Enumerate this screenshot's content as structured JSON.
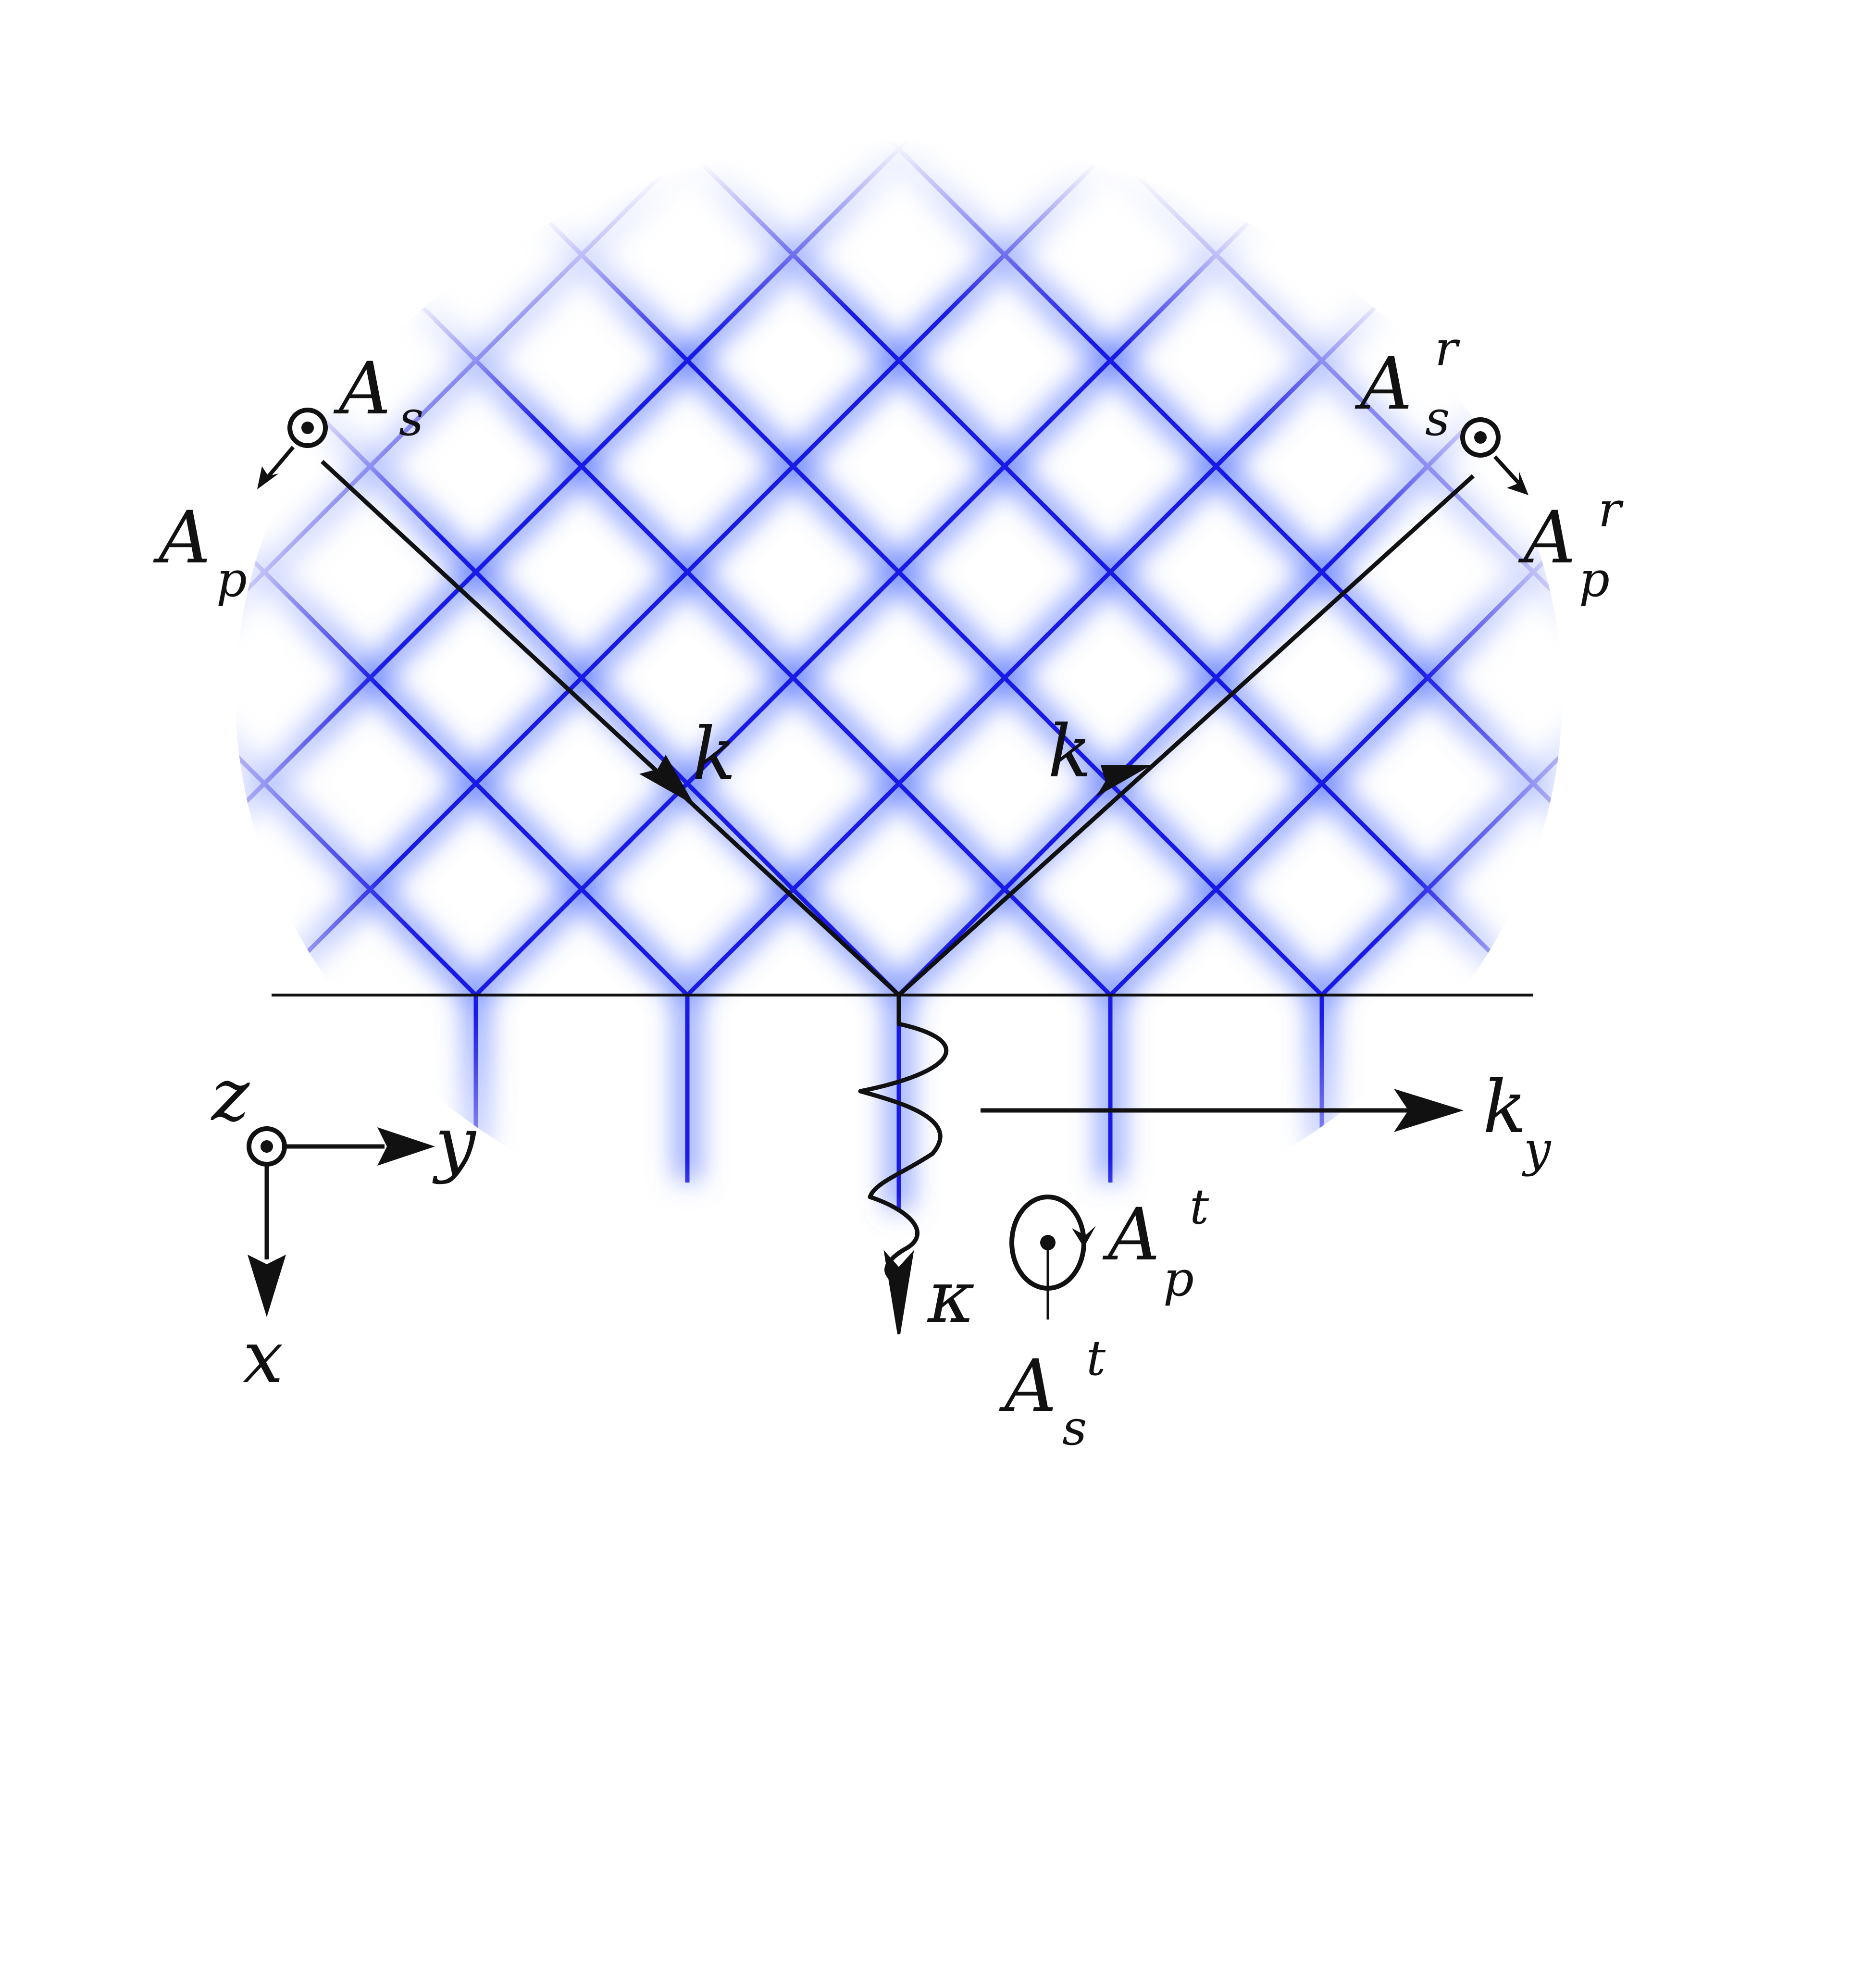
{
  "labels": {
    "incident_s_main": "A",
    "incident_s_sub": "s",
    "incident_p_main": "A",
    "incident_p_sub": "p",
    "reflected_s_main": "A",
    "reflected_s_sub": "s",
    "reflected_s_sup": "r",
    "reflected_p_main": "A",
    "reflected_p_sub": "p",
    "reflected_p_sup": "r",
    "k_incident": "k",
    "k_reflected": "k",
    "ky_main": "k",
    "ky_sub": "y",
    "kappa": "κ",
    "transmitted_p_main": "A",
    "transmitted_p_sub": "p",
    "transmitted_p_sup": "t",
    "transmitted_s_main": "A",
    "transmitted_s_sub": "s",
    "transmitted_s_sup": "t",
    "axis_z": "z",
    "axis_y": "y",
    "axis_x": "x"
  },
  "colors": {
    "wave": "#1a1ae6",
    "wave_glow": "#4d6bff",
    "ink": "#111111"
  },
  "icons": {
    "out_of_plane": "dot-in-circle-icon",
    "circular_polarization": "circular-arrow-icon"
  }
}
